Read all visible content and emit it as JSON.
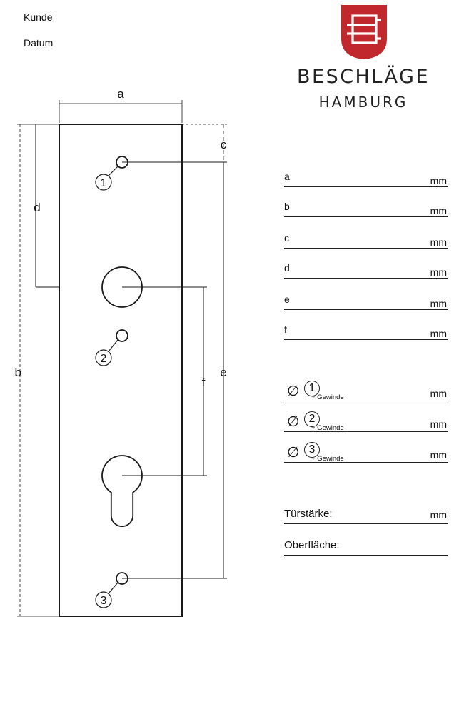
{
  "header": {
    "kunde": "Kunde",
    "datum": "Datum"
  },
  "brand": {
    "line1": "BESCHLÄGE",
    "line2": "HAMBURG",
    "logo_color": "#c0282d"
  },
  "drawing": {
    "dim_labels": {
      "a": "a",
      "b": "b",
      "c": "c",
      "d": "d",
      "e": "e",
      "f": "f"
    },
    "hole_labels": [
      "1",
      "2",
      "3"
    ]
  },
  "fields": [
    {
      "label": "a",
      "unit": "mm"
    },
    {
      "label": "b",
      "unit": "mm"
    },
    {
      "label": "c",
      "unit": "mm"
    },
    {
      "label": "d",
      "unit": "mm"
    },
    {
      "label": "e",
      "unit": "mm"
    },
    {
      "label": "f",
      "unit": "mm"
    }
  ],
  "diameters": [
    {
      "symbol": "∅",
      "num": "1",
      "note": "+ Gewinde",
      "unit": "mm"
    },
    {
      "symbol": "∅",
      "num": "2",
      "note": "+ Gewinde",
      "unit": "mm"
    },
    {
      "symbol": "∅",
      "num": "3",
      "note": "+ Gewinde",
      "unit": "mm"
    }
  ],
  "extra": {
    "tuerstaerke": "Türstärke:",
    "tuerstaerke_unit": "mm",
    "oberflaeche": "Oberfläche:"
  }
}
